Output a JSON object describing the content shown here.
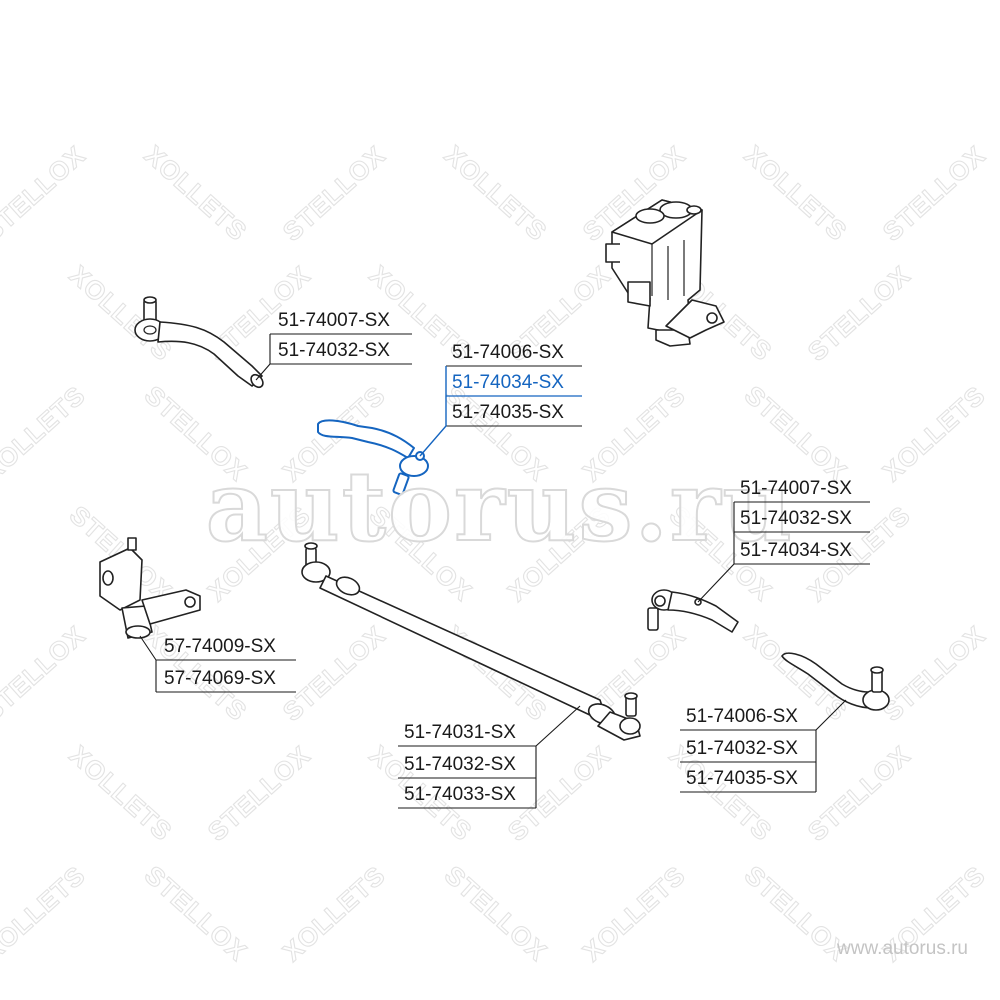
{
  "watermark": {
    "brand": "STELLOX",
    "mirrored": "XOLLETS",
    "big": "autorus.ru"
  },
  "site": "www.autorus.ru",
  "highlight_color": "#1565c0",
  "groups": [
    {
      "id": "upper-left-tie-rod-end",
      "labels": [
        "51-74007-SX",
        "51-74032-SX"
      ],
      "highlight": -1
    },
    {
      "id": "center-tie-rod-end",
      "labels": [
        "51-74006-SX",
        "51-74034-SX",
        "51-74035-SX"
      ],
      "highlight": 1
    },
    {
      "id": "right-tie-rod-end",
      "labels": [
        "51-74007-SX",
        "51-74032-SX",
        "51-74034-SX"
      ],
      "highlight": -1
    },
    {
      "id": "idler-arm",
      "labels": [
        "57-74009-SX",
        "57-74069-SX"
      ],
      "highlight": -1
    },
    {
      "id": "center-link",
      "labels": [
        "51-74031-SX",
        "51-74032-SX",
        "51-74033-SX"
      ],
      "highlight": -1
    },
    {
      "id": "lower-right-tie-rod-end",
      "labels": [
        "51-74006-SX",
        "51-74032-SX",
        "51-74035-SX"
      ],
      "highlight": -1
    }
  ]
}
